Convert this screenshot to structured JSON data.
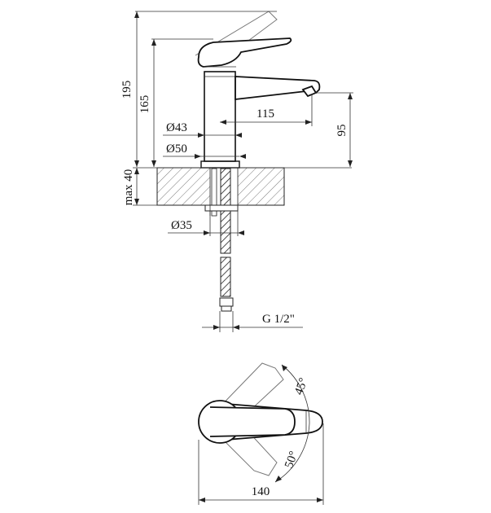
{
  "dimensions": {
    "height_total": "195",
    "height_spout": "165",
    "spout_reach": "115",
    "spout_height": "95",
    "body_diameter": "Ø43",
    "base_diameter": "Ø50",
    "max_mount_thickness": "max 40",
    "hole_diameter": "Ø35",
    "connection_thread": "G 1/2\"",
    "width": "140",
    "angle_upper": "45°",
    "angle_lower": "50°"
  }
}
